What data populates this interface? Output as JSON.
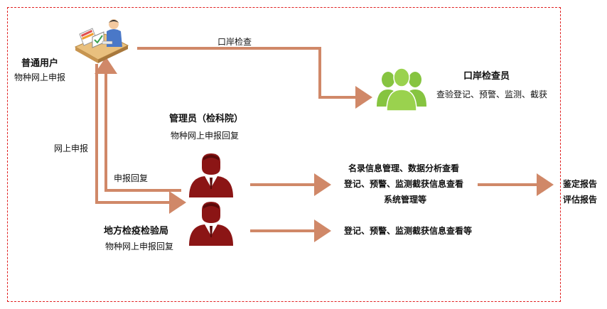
{
  "colors": {
    "frame": "#e02020",
    "arrow": "#d08868",
    "officer_icon": "#86c440",
    "admin_icon": "#8b1515"
  },
  "icons": {
    "user": "computer-user-icon",
    "officer": "group-people-icon",
    "admin": "person-suit-icon",
    "local": "person-suit-icon"
  },
  "normal_user": {
    "title": "普通用户",
    "sub": "物种网上申报"
  },
  "port_officer": {
    "title": "口岸检查员",
    "sub": "查验登记、预警、监测、截获"
  },
  "admin": {
    "title": "管理员（检科院）",
    "sub": "物种网上申报回复"
  },
  "local_bureau": {
    "title": "地方检疫检验局",
    "sub": "物种网上申报回复"
  },
  "edges": {
    "port_check": "口岸检查",
    "online_report": "网上申报",
    "report_reply": "申报回复"
  },
  "admin_functions": [
    "名录信息管理、数据分析查看",
    "登记、预警、监测截获信息查看",
    "系统管理等"
  ],
  "local_functions": "登记、预警、监测截获信息查看等",
  "reports": [
    "鉴定报告",
    "评估报告"
  ]
}
